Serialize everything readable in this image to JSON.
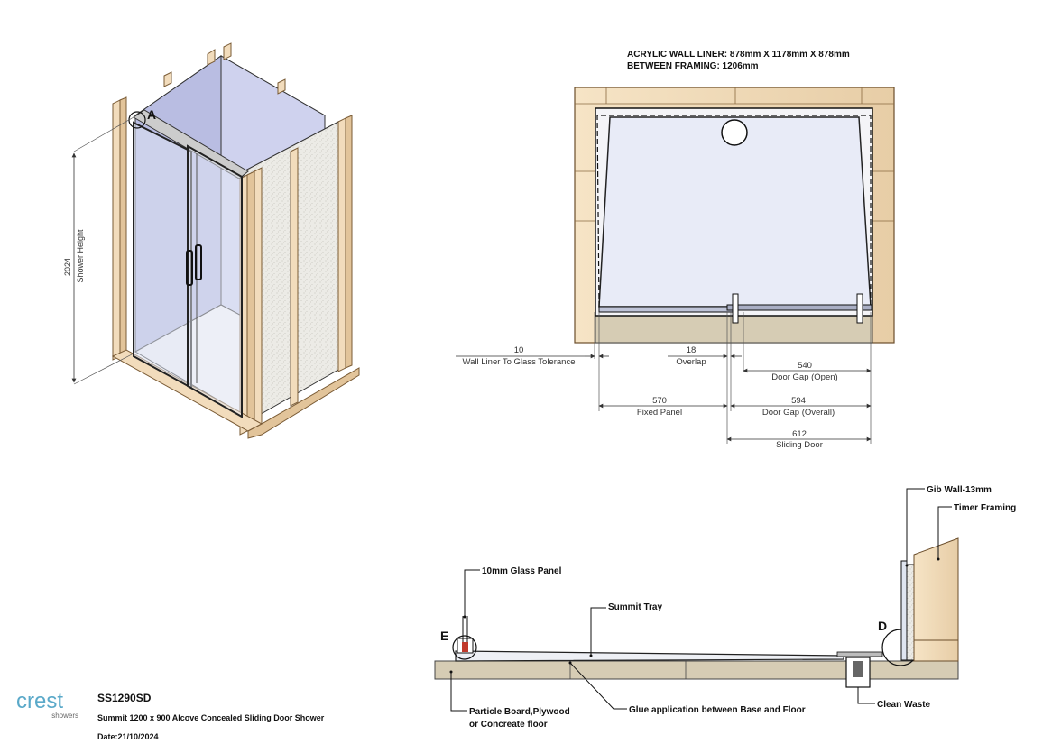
{
  "iso_view": {
    "detail_label": "A",
    "height_value": "2024",
    "height_label": "Shower Height"
  },
  "plan_view": {
    "notes": [
      "ACRYLIC WALL LINER: 878mm X 1178mm X 878mm",
      "BETWEEN FRAMING: 1206mm"
    ],
    "dimensions": [
      {
        "value": "10",
        "label": "Wall Liner To Glass Tolerance"
      },
      {
        "value": "18",
        "label": "Overlap"
      },
      {
        "value": "540",
        "label": "Door Gap (Open)"
      },
      {
        "value": "570",
        "label": "Fixed Panel"
      },
      {
        "value": "594",
        "label": "Door Gap (Overall)"
      },
      {
        "value": "612",
        "label": "Sliding Door"
      }
    ]
  },
  "section_view": {
    "callouts": {
      "gib_wall": "Gib Wall-13mm",
      "timer_framing": "Timer Framing",
      "glass_panel": "10mm Glass Panel",
      "summit_tray": "Summit Tray",
      "particle_board_1": "Particle Board,Plywood",
      "particle_board_2": "or Concreate floor",
      "glue": "Glue application between Base and Floor",
      "clean_waste": "Clean Waste"
    },
    "detail_e": "E",
    "detail_d": "D"
  },
  "title_block": {
    "logo_main": "crest",
    "logo_sub": "showers",
    "product_code": "SS1290SD",
    "description": "Summit 1200 x 900 Alcove Concealed  Sliding Door Shower",
    "date": "Date:21/10/2024"
  }
}
